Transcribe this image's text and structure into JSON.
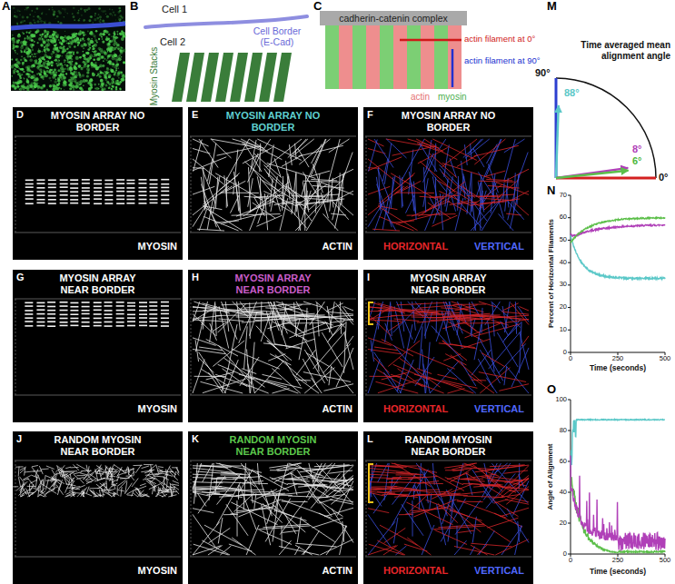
{
  "diagram": {
    "nodes": [
      {
        "text": [
          "cadherin-catenin complex"
        ]
      },
      {
        "text": [
          "MYOSIN ARRAY NO BORDER",
          "MYOSIN"
        ]
      },
      {
        "text": [
          "MYOSIN ARRAY NO BORDER",
          "ACTIN"
        ]
      },
      {
        "text": [
          "MYOSIN ARRAY NO BORDER",
          "HORIZONTAL",
          "VERTICAL"
        ]
      },
      {
        "text": [
          "MYOSIN ARRAY NEAR BORDER",
          "MYOSIN"
        ]
      },
      {
        "text": [
          "MYOSIN ARRAY NEAR BORDER",
          "ACTIN"
        ]
      },
      {
        "text": [
          "MYOSIN ARRAY NEAR BORDER",
          "HORIZONTAL",
          "VERTICAL"
        ]
      },
      {
        "text": [
          "RANDOM MYOSIN NEAR BORDER",
          "MYOSIN"
        ]
      },
      {
        "text": [
          "RANDOM MYOSIN NEAR BORDER",
          "ACTIN"
        ]
      },
      {
        "text": [
          "RANDOM MYOSIN NEAR BORDER",
          "HORIZONTAL",
          "VERTICAL"
        ]
      }
    ],
    "labels": [
      "A",
      "B",
      "Cell 1",
      "Cell Border (E-Cad)",
      "Cell 2",
      "Myosin Stacks",
      "C",
      "actin filament at 0°",
      "actin filament at 90°",
      "actin",
      "myosin",
      "D",
      "E",
      "F",
      "G",
      "H",
      "I",
      "J",
      "K",
      "L",
      "M",
      "90°",
      "88°",
      "Time averaged mean alignment angle",
      "8°",
      "6°",
      "0°",
      "N",
      "70",
      "60",
      "50",
      "40",
      "30",
      "20",
      "10",
      "0",
      "0",
      "250",
      "500",
      "Percent of Horizontal Filaments",
      "Time (seconds)",
      "O",
      "100",
      "80",
      "60",
      "40",
      "20",
      "0",
      "0",
      "250",
      "500",
      "Angle of Alignment",
      "Time (seconds)"
    ]
  }
}
